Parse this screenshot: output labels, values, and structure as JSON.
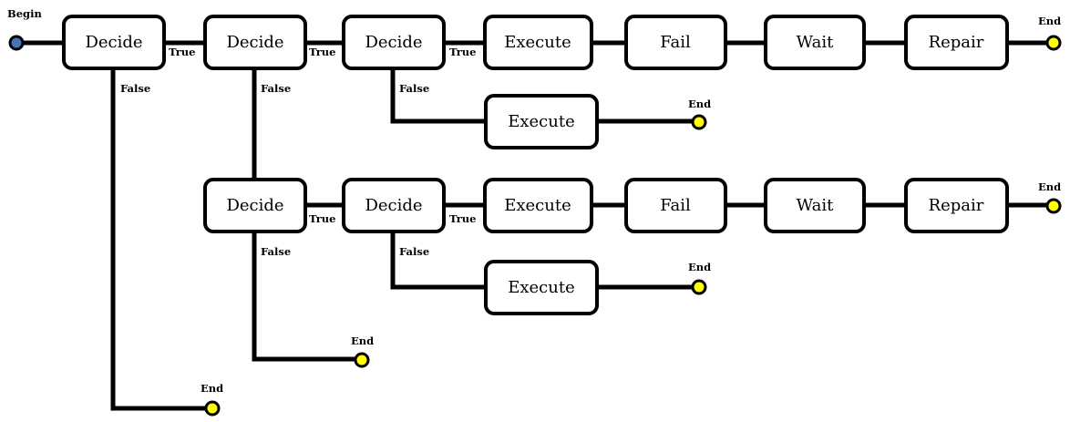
{
  "colors": {
    "begin_fill": "#4a74b8",
    "end_fill": "#ffff00",
    "line": "#000000",
    "box_fill": "#ffffff"
  },
  "boxes": [
    {
      "id": "d1",
      "label": "Decide"
    },
    {
      "id": "d2",
      "label": "Decide"
    },
    {
      "id": "d3",
      "label": "Decide"
    },
    {
      "id": "e1",
      "label": "Execute"
    },
    {
      "id": "f1",
      "label": "Fail"
    },
    {
      "id": "w1",
      "label": "Wait"
    },
    {
      "id": "r1",
      "label": "Repair"
    },
    {
      "id": "e2",
      "label": "Execute"
    },
    {
      "id": "d4",
      "label": "Decide"
    },
    {
      "id": "d5",
      "label": "Decide"
    },
    {
      "id": "e3",
      "label": "Execute"
    },
    {
      "id": "f2",
      "label": "Fail"
    },
    {
      "id": "w2",
      "label": "Wait"
    },
    {
      "id": "r2",
      "label": "Repair"
    },
    {
      "id": "e4",
      "label": "Execute"
    }
  ],
  "terminals": [
    {
      "id": "begin",
      "label": "Begin",
      "kind": "begin"
    },
    {
      "id": "end1",
      "label": "End",
      "kind": "end"
    },
    {
      "id": "end2",
      "label": "End",
      "kind": "end"
    },
    {
      "id": "end3",
      "label": "End",
      "kind": "end"
    },
    {
      "id": "end4",
      "label": "End",
      "kind": "end"
    },
    {
      "id": "end5",
      "label": "End",
      "kind": "end"
    },
    {
      "id": "end6",
      "label": "End",
      "kind": "end"
    }
  ],
  "edge_labels": {
    "true_label": "True",
    "false_label": "False"
  }
}
